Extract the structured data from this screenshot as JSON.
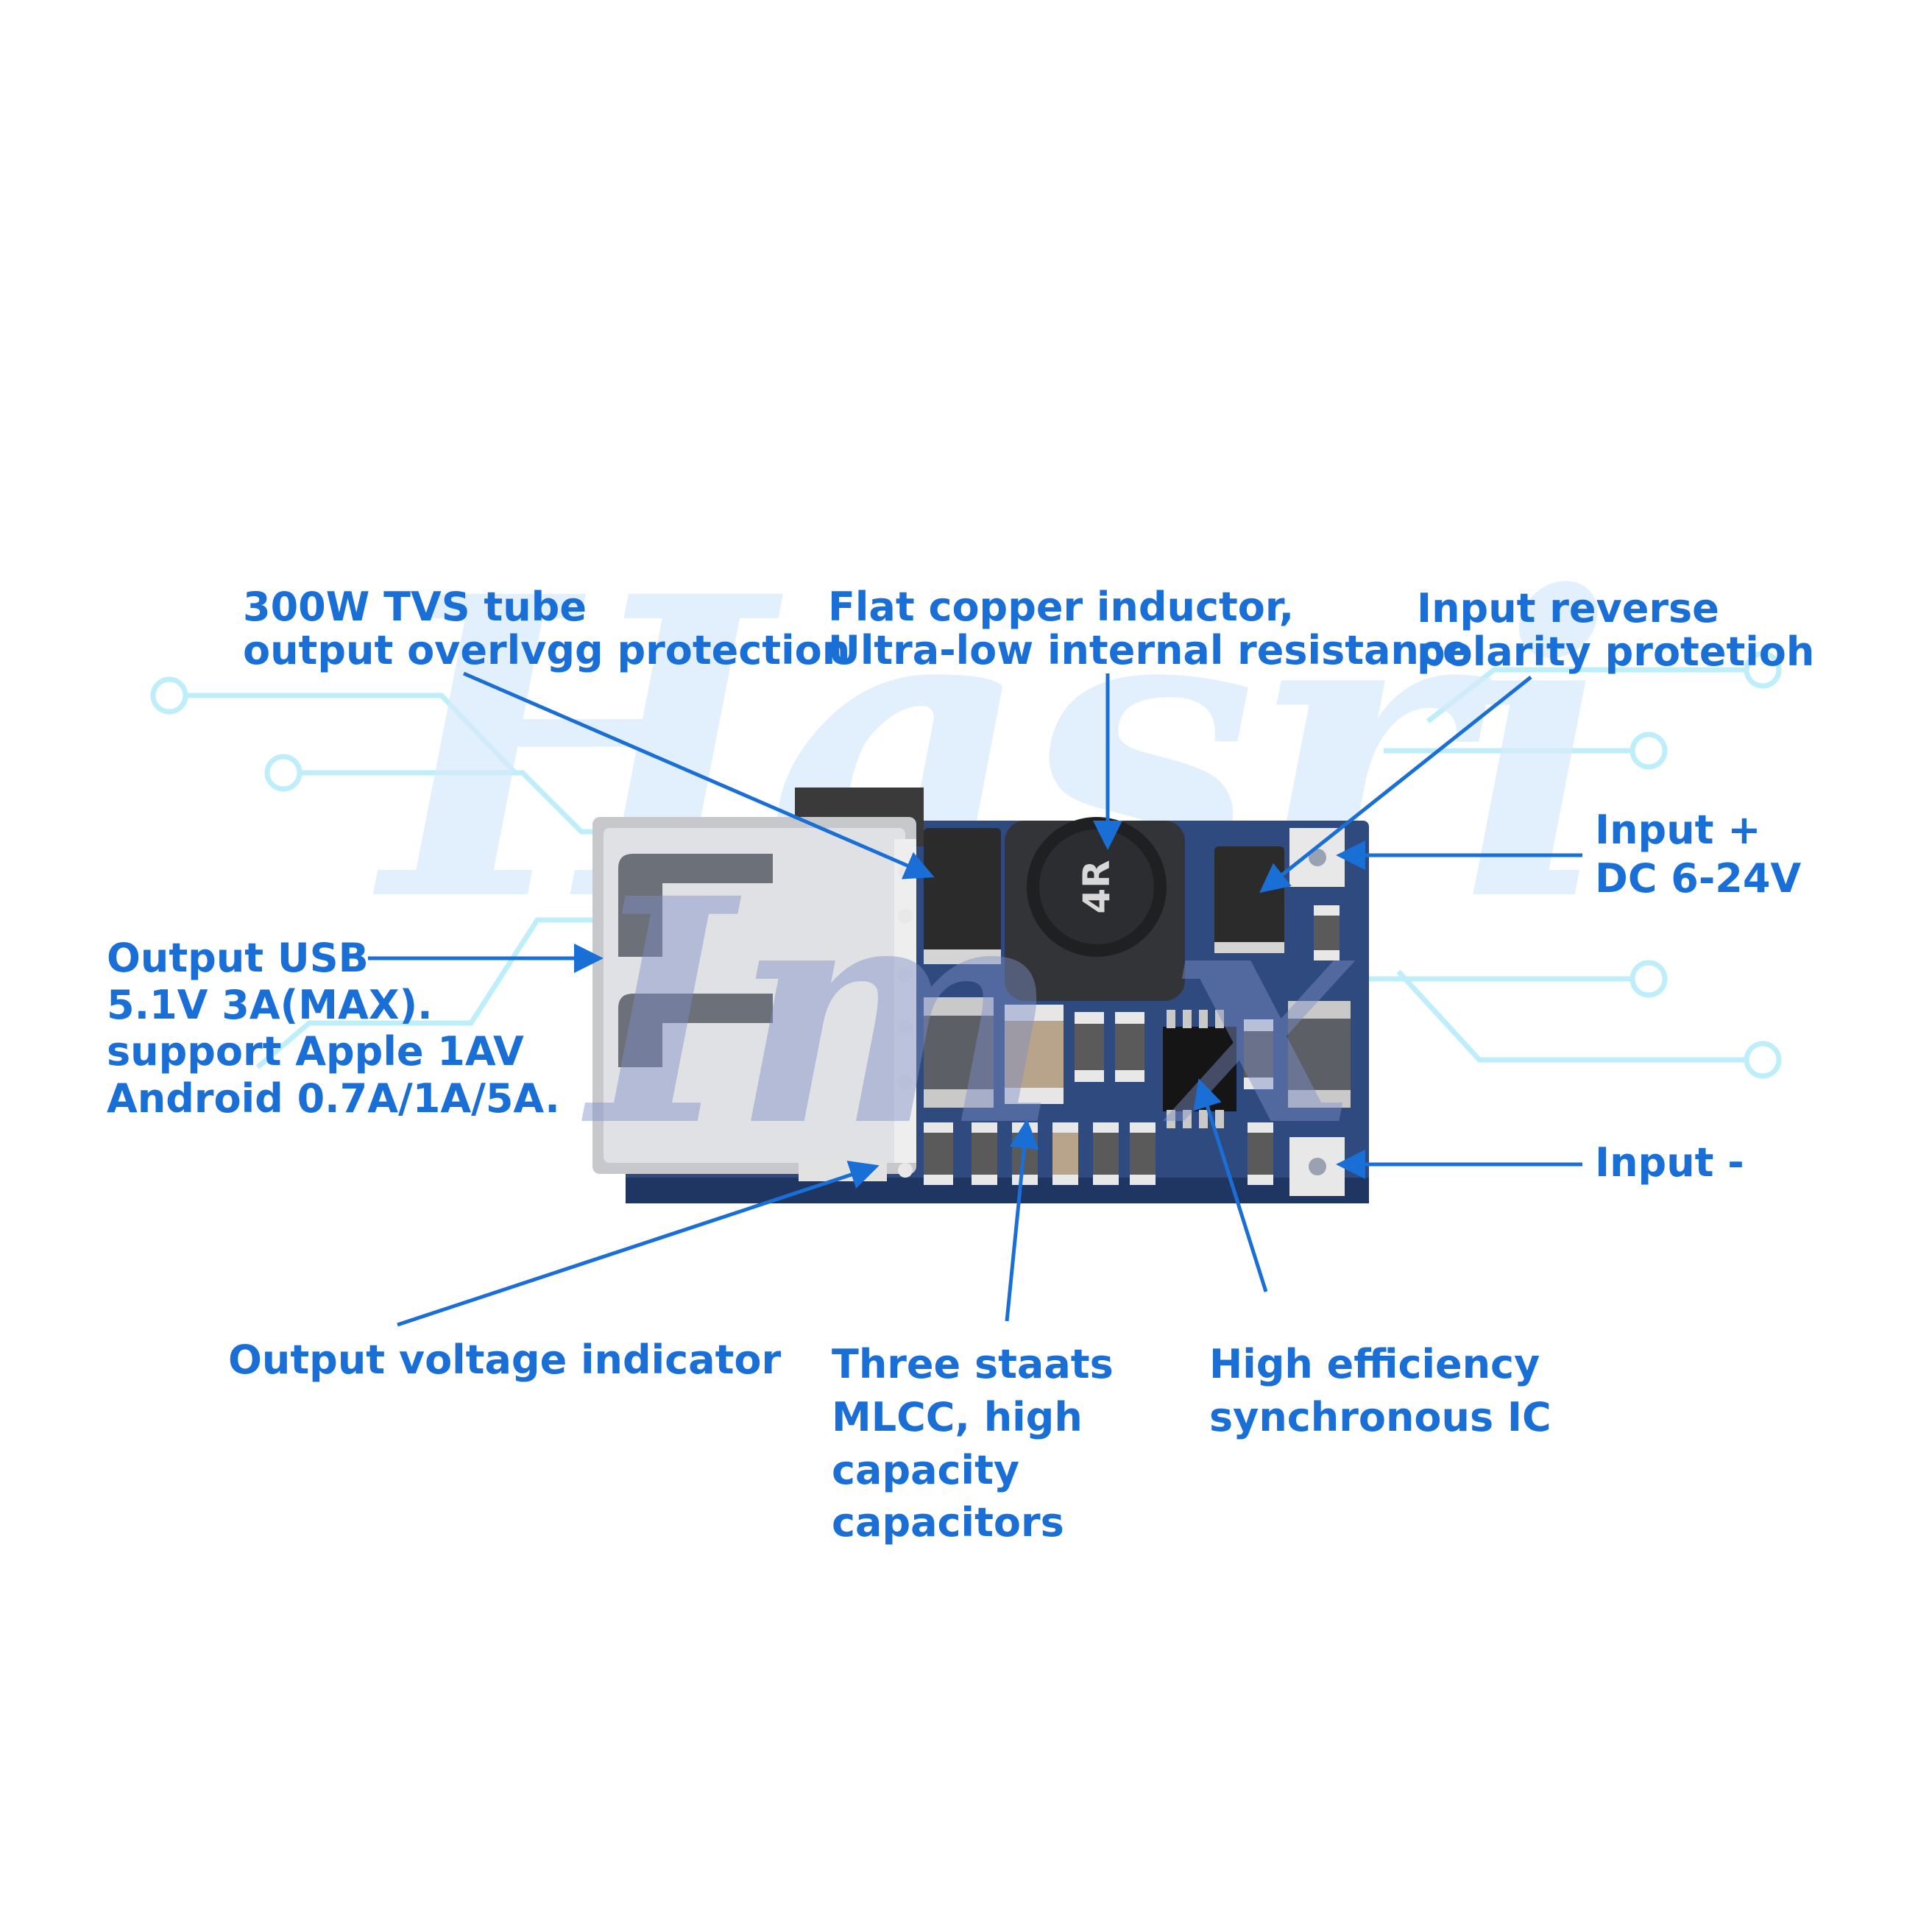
{
  "watermark": {
    "line1": "Hasri",
    "line2": "Im x"
  },
  "colors": {
    "accent": "#1a6fd6",
    "trace": "#bdeefa",
    "pcb": "#2e4a7e",
    "pcb_dark": "#1f3562",
    "pad": "#e8e8e8"
  },
  "component": {
    "inductor_marking": "4R"
  },
  "labels": {
    "tvs": [
      "300W TVS tube",
      "output overlvgg protection"
    ],
    "inductor": [
      "Flat copper inductor,",
      "Ultra-low internal resistance"
    ],
    "reverse": [
      "Input reverse",
      "polarity protetioh"
    ],
    "input_plus": [
      "Input +",
      "DC 6-24V"
    ],
    "usb": [
      "Output USB",
      "5.1V 3A(MAX).",
      "support Apple 1AV",
      "Android 0.7A/1A/5A."
    ],
    "input_minus": [
      "Input -"
    ],
    "indicator": [
      "Output voltage indicator"
    ],
    "mlcc": [
      "Three staats",
      "MLCC, high",
      "capacity",
      "capacitors"
    ],
    "ic": [
      "High efficiency",
      "synchronous IC"
    ]
  }
}
